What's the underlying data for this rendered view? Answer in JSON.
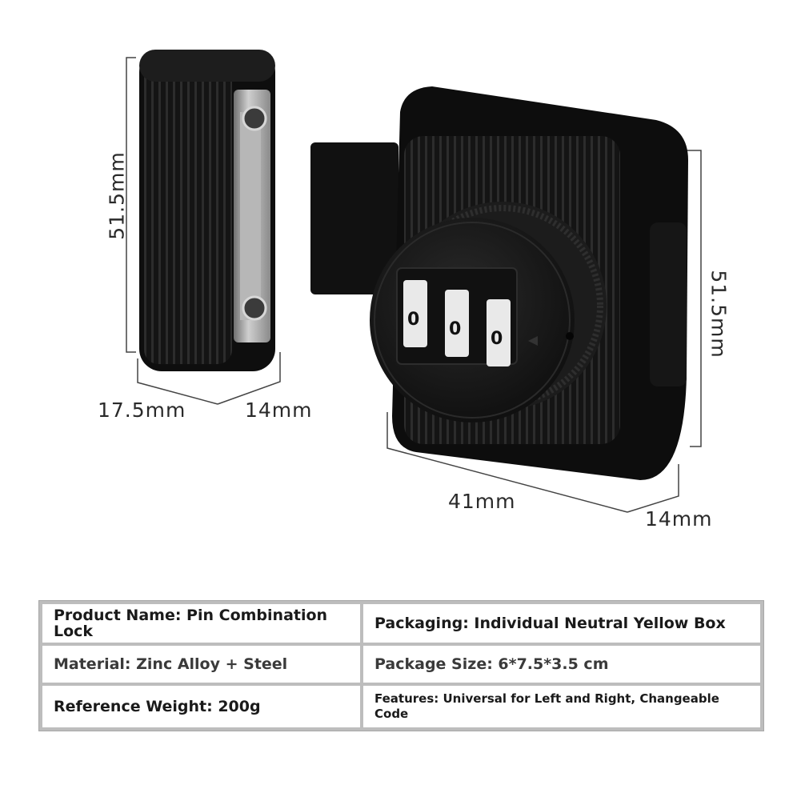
{
  "dimensions": {
    "left_height": "51.5mm",
    "left_width": "17.5mm",
    "left_depth": "14mm",
    "right_height": "51.5mm",
    "right_width": "41mm",
    "right_depth": "14mm"
  },
  "dial_digits": [
    "0",
    "0",
    "0"
  ],
  "specs": [
    {
      "left": "Product Name: Pin Combination Lock",
      "right": "Packaging: Individual Neutral Yellow Box"
    },
    {
      "left": "Material: Zinc Alloy + Steel",
      "right": "Package Size: 6*7.5*3.5 cm"
    },
    {
      "left": "Reference Weight: 200g",
      "right": "Features: Universal for Left and Right, Changeable Code"
    }
  ],
  "colors": {
    "lock_body": "#151515",
    "metal_plate": "#a9a9a9",
    "table_border": "#bdbdbd"
  }
}
